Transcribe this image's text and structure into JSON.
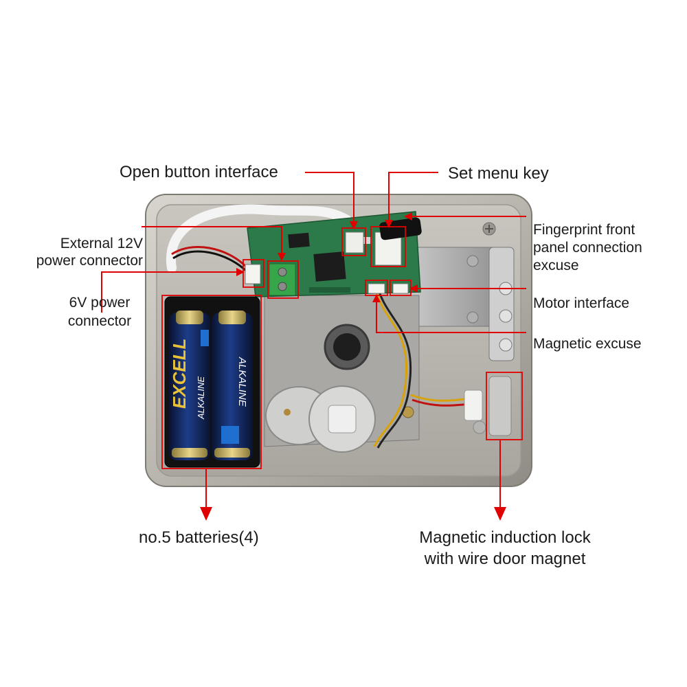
{
  "labels": {
    "open_button": "Open button interface",
    "set_menu": "Set menu key",
    "ext_power_1": "External 12V",
    "ext_power_2": "power connector",
    "six_v_1": "6V power",
    "six_v_2": "connector",
    "fingerprint_1": "Fingerprint front",
    "fingerprint_2": "panel connection",
    "fingerprint_3": "excuse",
    "motor": "Motor interface",
    "magnetic": "Magnetic excuse",
    "batteries": "no.5 batteries(4)",
    "induction_1": "Magnetic induction lock",
    "induction_2": "with wire door magnet"
  },
  "battery_brand": "EXCELL",
  "battery_type": "ALKALINE",
  "colors": {
    "callout": "#e00000",
    "casing": "#bdbab3",
    "pcb": "#2c7a4a",
    "battery": "#0d1b3e",
    "battery_gold": "#d9b23a"
  }
}
